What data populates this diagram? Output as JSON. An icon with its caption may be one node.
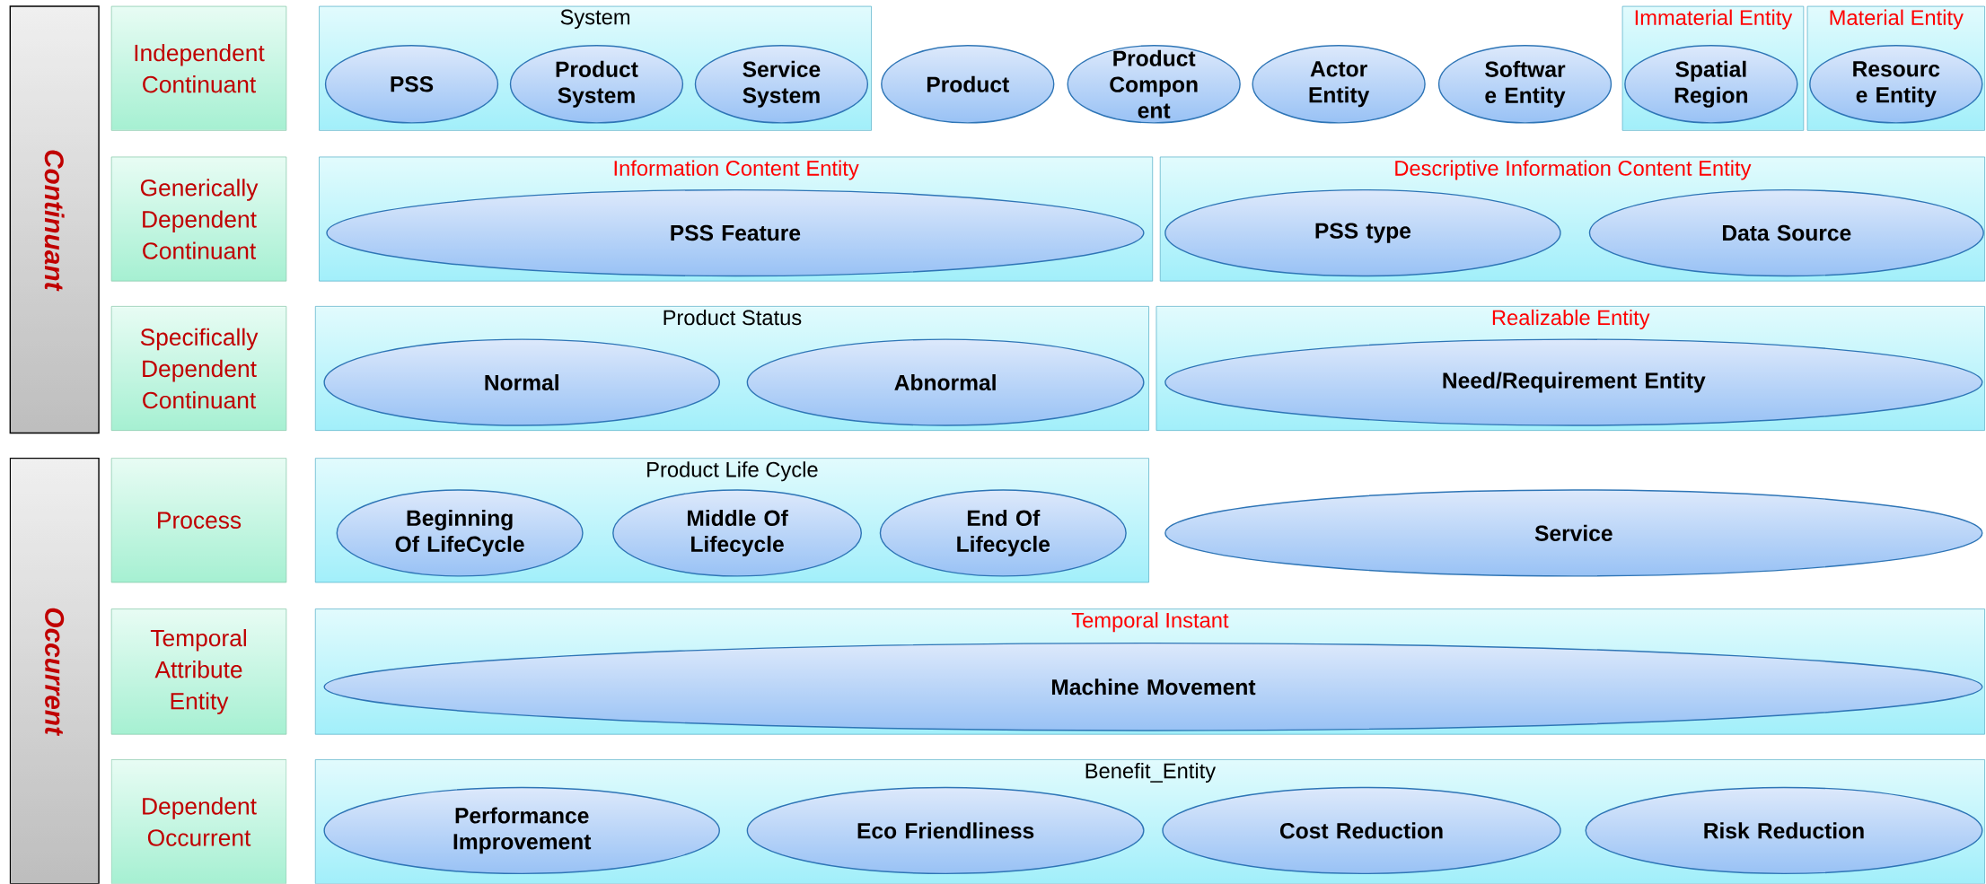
{
  "diagram": {
    "nodes": [
      {
        "text": [
          "Continuant"
        ]
      },
      {
        "text": [
          "Independent Continuant"
        ]
      },
      {
        "text": [
          "System"
        ]
      },
      {
        "text": [
          "PSS"
        ],
        "in": 2
      },
      {
        "text": [
          "Product System"
        ],
        "in": 2
      },
      {
        "text": [
          "Service System"
        ],
        "in": 2
      },
      {
        "text": [
          "Product"
        ]
      },
      {
        "text": [
          "Product Compon ent"
        ]
      },
      {
        "text": [
          "Actor Entity"
        ]
      },
      {
        "text": [
          "Softwar e Entity"
        ]
      },
      {
        "text": [
          "Immaterial Entity"
        ]
      },
      {
        "text": [
          "Spatial Region"
        ],
        "in": 10
      },
      {
        "text": [
          "Material Entity"
        ]
      },
      {
        "text": [
          "Resourc e Entity"
        ],
        "in": 12
      },
      {
        "text": [
          "Generically Dependent Continuant"
        ]
      },
      {
        "text": [
          "Information Content Entity"
        ]
      },
      {
        "text": [
          "PSS Feature"
        ],
        "in": 15
      },
      {
        "text": [
          "Descriptive Information Content Entity"
        ]
      },
      {
        "text": [
          "PSS type"
        ],
        "in": 17
      },
      {
        "text": [
          "Data Source"
        ],
        "in": 17
      },
      {
        "text": [
          "Specifically Dependent Continuant"
        ]
      },
      {
        "text": [
          "Product Status"
        ]
      },
      {
        "text": [
          "Normal"
        ],
        "in": 21
      },
      {
        "text": [
          "Abnormal"
        ],
        "in": 21
      },
      {
        "text": [
          "Realizable Entity"
        ]
      },
      {
        "text": [
          "Need/Requirement Entity"
        ],
        "in": 24
      },
      {
        "text": [
          "Occurrent"
        ]
      },
      {
        "text": [
          "Process"
        ]
      },
      {
        "text": [
          "Product Life Cycle"
        ]
      },
      {
        "text": [
          "Beginning Of LifeCycle"
        ],
        "in": 28
      },
      {
        "text": [
          "Middle Of Lifecycle"
        ],
        "in": 28
      },
      {
        "text": [
          "End Of Lifecycle"
        ],
        "in": 28
      },
      {
        "text": [
          "Service"
        ]
      },
      {
        "text": [
          "Temporal Attribute Entity"
        ]
      },
      {
        "text": [
          "Temporal Instant"
        ]
      },
      {
        "text": [
          "Machine Movement"
        ],
        "in": 34
      },
      {
        "text": [
          "Dependent Occurrent"
        ]
      },
      {
        "text": [
          "Benefit_Entity"
        ]
      },
      {
        "text": [
          "Performance Improvement"
        ],
        "in": 37
      },
      {
        "text": [
          "Eco Friendliness"
        ],
        "in": 37
      },
      {
        "text": [
          "Cost Reduction"
        ],
        "in": 37
      },
      {
        "text": [
          "Risk Reduction"
        ],
        "in": 37
      }
    ]
  }
}
